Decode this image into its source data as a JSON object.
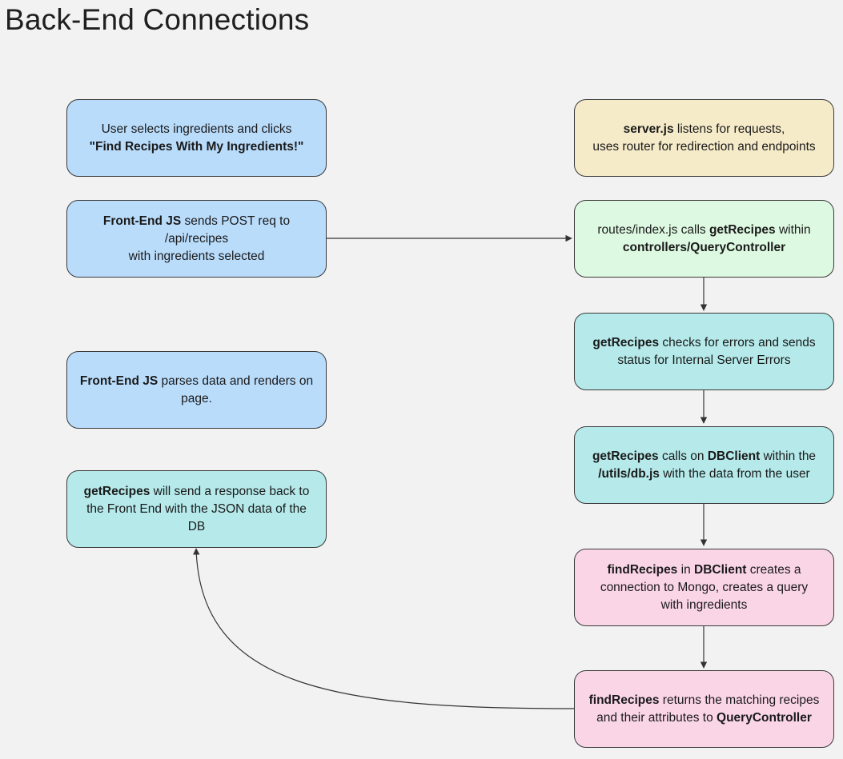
{
  "title": "Back-End Connections",
  "nodes": {
    "user_select": [
      {
        "line": [
          {
            "t": "User selects ingredients and clicks",
            "b": false
          }
        ]
      },
      {
        "line": [
          {
            "t": "\"Find Recipes With My Ingredients!\"",
            "b": true
          }
        ]
      }
    ],
    "server_js": [
      {
        "line": [
          {
            "t": "server.js",
            "b": true
          },
          {
            "t": " listens for requests,",
            "b": false
          }
        ]
      },
      {
        "line": [
          {
            "t": "uses router for redirection and endpoints",
            "b": false
          }
        ]
      }
    ],
    "front_post": [
      {
        "line": [
          {
            "t": "Front-End JS",
            "b": true
          },
          {
            "t": " sends POST req to",
            "b": false
          }
        ]
      },
      {
        "line": [
          {
            "t": "/api/recipes",
            "b": false
          }
        ]
      },
      {
        "line": [
          {
            "t": "with ingredients selected",
            "b": false
          }
        ]
      }
    ],
    "routes_index": [
      {
        "line": [
          {
            "t": "routes/index.js calls ",
            "b": false
          },
          {
            "t": "getRecipes",
            "b": true
          },
          {
            "t": " within",
            "b": false
          }
        ]
      },
      {
        "line": [
          {
            "t": "controllers/QueryController",
            "b": true
          }
        ]
      }
    ],
    "check_errors": [
      {
        "line": [
          {
            "t": "getRecipes",
            "b": true
          },
          {
            "t": " checks for errors and sends",
            "b": false
          }
        ]
      },
      {
        "line": [
          {
            "t": "status for Internal Server Errors",
            "b": false
          }
        ]
      }
    ],
    "front_parse": [
      {
        "line": [
          {
            "t": "Front-End JS",
            "b": true
          },
          {
            "t": " parses data and renders on",
            "b": false
          }
        ]
      },
      {
        "line": [
          {
            "t": "page.",
            "b": false
          }
        ]
      }
    ],
    "calls_dbclient": [
      {
        "line": [
          {
            "t": "getRecipes",
            "b": true
          },
          {
            "t": " calls on ",
            "b": false
          },
          {
            "t": "DBClient",
            "b": true
          },
          {
            "t": " within the",
            "b": false
          }
        ]
      },
      {
        "line": [
          {
            "t": "/utils/db.js",
            "b": true
          },
          {
            "t": " with the data from the user",
            "b": false
          }
        ]
      }
    ],
    "send_response": [
      {
        "line": [
          {
            "t": "getRecipes",
            "b": true
          },
          {
            "t": " will send a response back to",
            "b": false
          }
        ]
      },
      {
        "line": [
          {
            "t": "the Front End with the JSON data of the",
            "b": false
          }
        ]
      },
      {
        "line": [
          {
            "t": "DB",
            "b": false
          }
        ]
      }
    ],
    "find_recipes": [
      {
        "line": [
          {
            "t": "findRecipes",
            "b": true
          },
          {
            "t": " in ",
            "b": false
          },
          {
            "t": "DBClient",
            "b": true
          },
          {
            "t": " creates a",
            "b": false
          }
        ]
      },
      {
        "line": [
          {
            "t": "connection to Mongo, creates a query",
            "b": false
          }
        ]
      },
      {
        "line": [
          {
            "t": "with ingredients",
            "b": false
          }
        ]
      }
    ],
    "returns_matching": [
      {
        "line": [
          {
            "t": "findRecipes",
            "b": true
          },
          {
            "t": " returns the matching recipes",
            "b": false
          }
        ]
      },
      {
        "line": [
          {
            "t": "and their attributes to ",
            "b": false
          },
          {
            "t": "QueryController",
            "b": true
          }
        ]
      }
    ]
  }
}
